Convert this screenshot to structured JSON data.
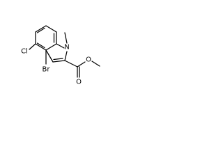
{
  "molecule": {
    "atoms": {
      "n": "N",
      "o_ester": "O",
      "o_carbonyl": "O",
      "br": "Br",
      "cl": "Cl"
    },
    "colors": {
      "bond": "#000000",
      "text": "#000000",
      "background": "#ffffff"
    }
  }
}
